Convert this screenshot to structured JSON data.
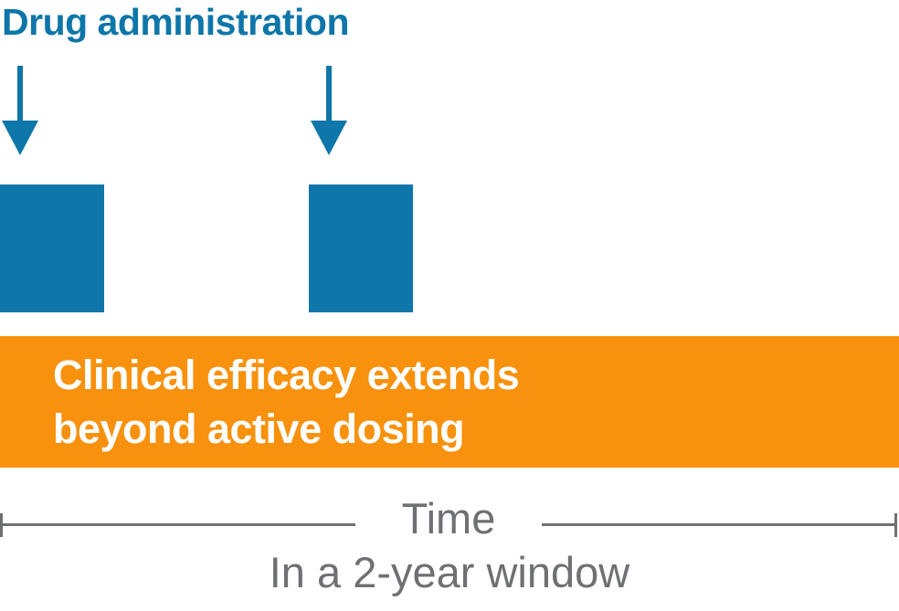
{
  "title": "Drug administration",
  "doses": [
    {
      "name": "dose-1"
    },
    {
      "name": "dose-2"
    }
  ],
  "banner": {
    "line1": "Clinical efficacy extends",
    "line2": "beyond active dosing"
  },
  "timeline": {
    "label": "Time",
    "sublabel": "In a 2-year window"
  },
  "colors": {
    "blue": "#0E76A9",
    "orange": "#F8910D",
    "gray": "#6F7073",
    "banner_text": "#FFFFFF",
    "white": "#FFFFFF"
  }
}
